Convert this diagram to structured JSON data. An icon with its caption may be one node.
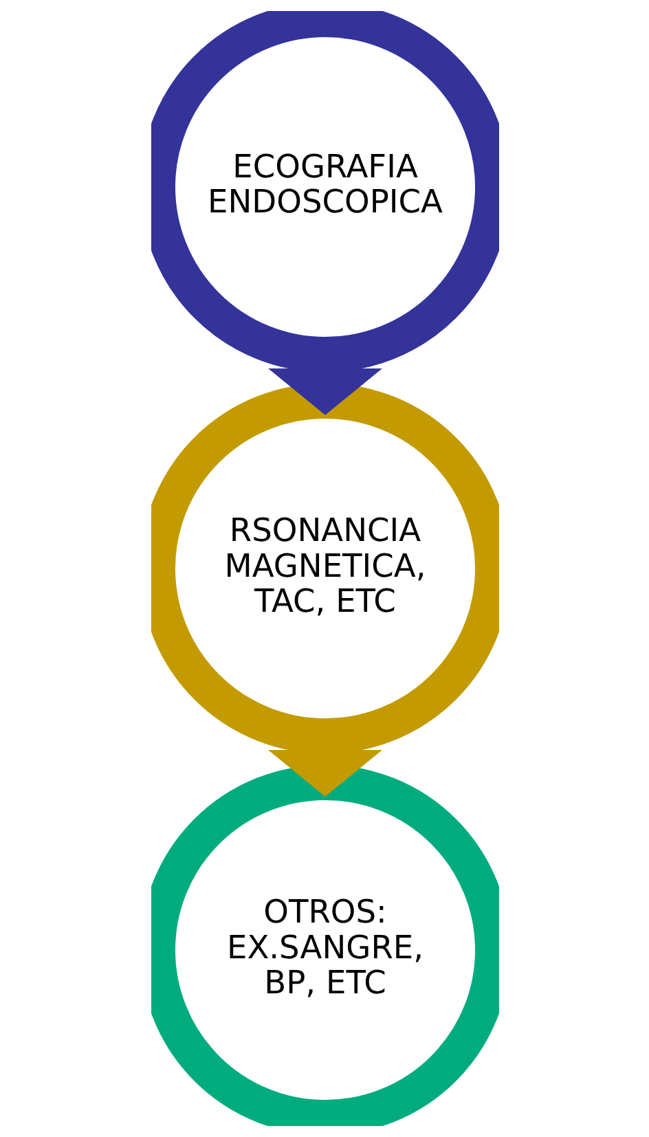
{
  "diagram": {
    "nodes": [
      {
        "text": [
          "ECOGRAFIA ENDOSCOPICA"
        ]
      },
      {
        "text": [
          "RSONANCIA MAGNETICA, TAC, ETC"
        ]
      },
      {
        "text": [
          "OTROS: EX.SANGRE, BP, ETC"
        ]
      }
    ],
    "edges": [
      {
        "from": 0,
        "to": 1,
        "arrow": "to",
        "style": "thick",
        "color": "#33339a"
      },
      {
        "from": 1,
        "to": 2,
        "arrow": "to",
        "style": "thick",
        "color": "#c39b00"
      }
    ]
  }
}
